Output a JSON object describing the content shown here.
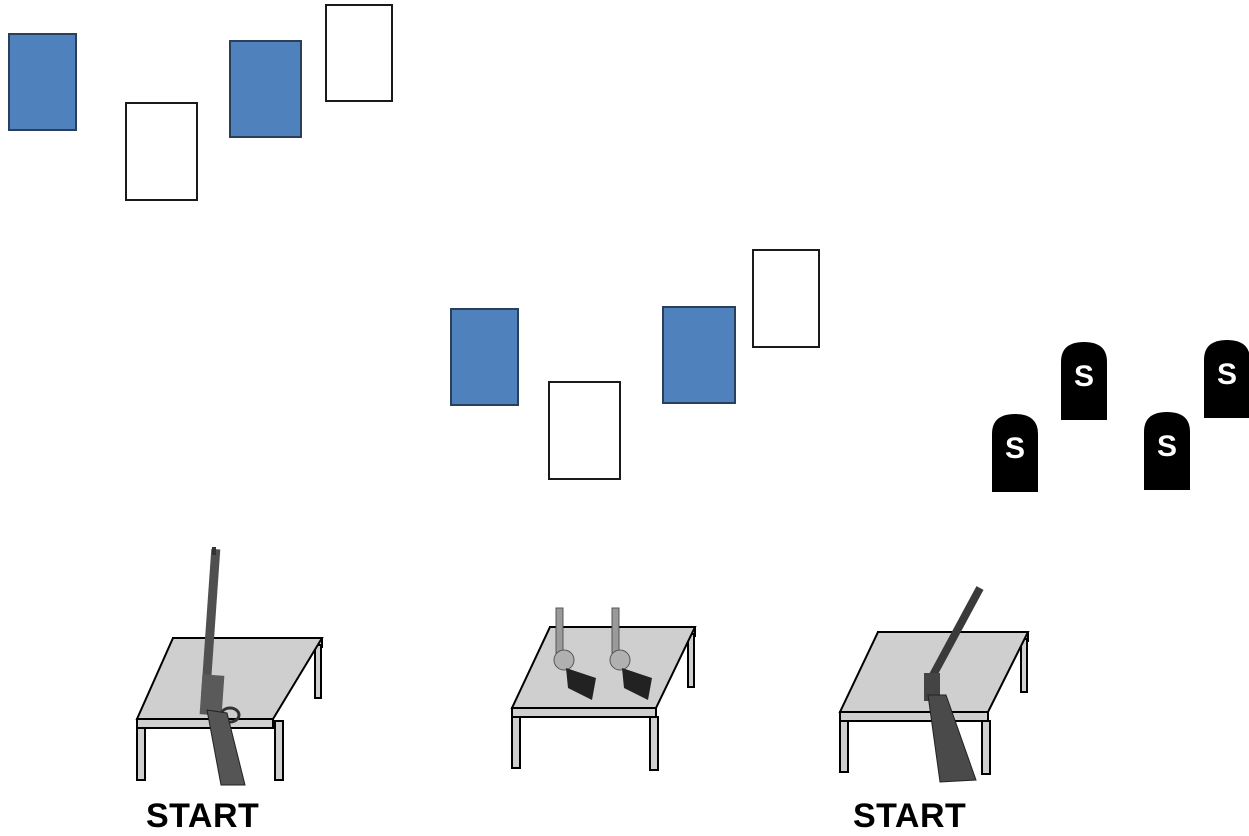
{
  "stage": {
    "paper_targets": [
      {
        "color": "blue"
      },
      {
        "color": "white"
      },
      {
        "color": "blue"
      },
      {
        "color": "white"
      },
      {
        "color": "blue"
      },
      {
        "color": "white"
      },
      {
        "color": "blue"
      },
      {
        "color": "white"
      }
    ],
    "steel_targets": [
      {
        "letter": "S"
      },
      {
        "letter": "S"
      },
      {
        "letter": "S"
      },
      {
        "letter": "S"
      }
    ],
    "tables": [
      {
        "weapon": "rifle",
        "label": "START"
      },
      {
        "weapon": "pistols",
        "label": ""
      },
      {
        "weapon": "shotgun",
        "label": "START"
      }
    ]
  },
  "colors": {
    "paper_blue": "#4f81bd",
    "table_top": "#cfcfcf",
    "steel": "#000000"
  }
}
